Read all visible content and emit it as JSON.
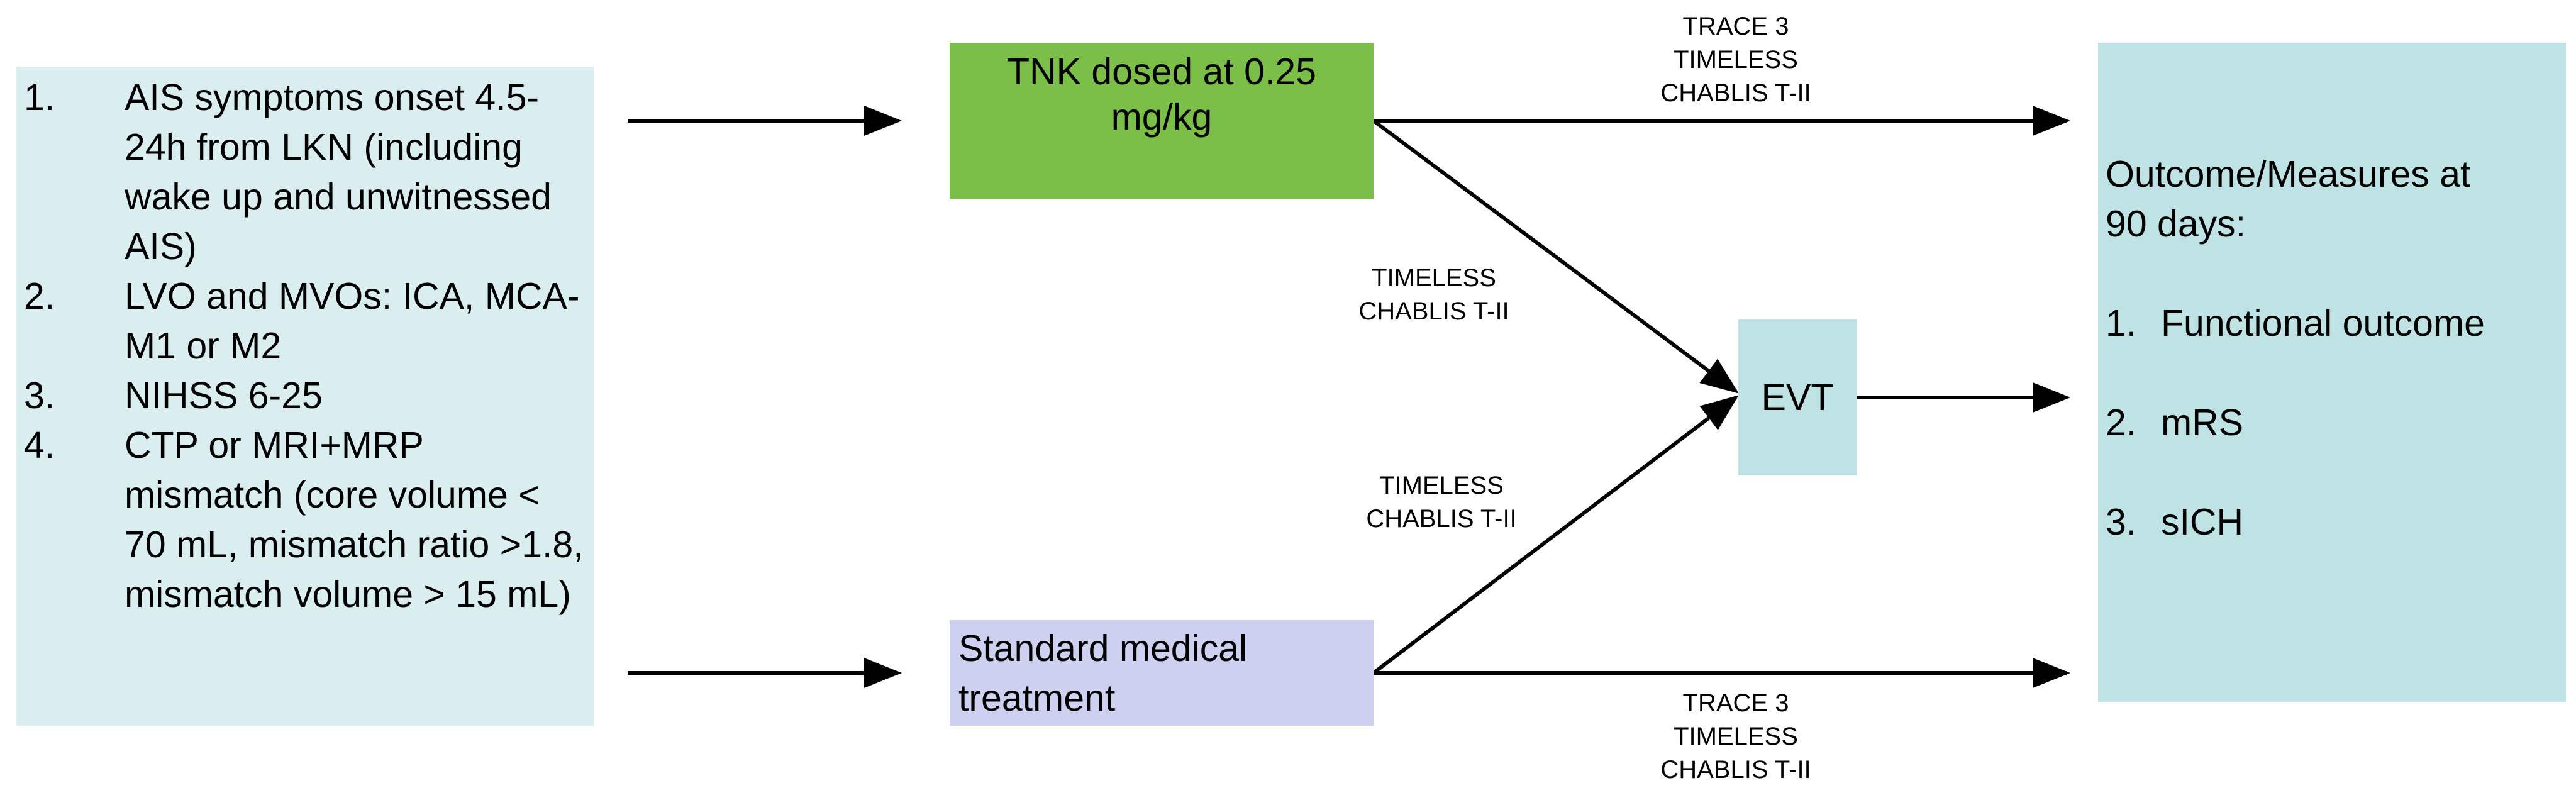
{
  "criteria": [
    {
      "num": "1.",
      "text": " AIS symptoms onset 4.5-24h from LKN (including wake up and unwitnessed AIS)"
    },
    {
      "num": "2.",
      "text": "LVO and MVOs: ICA, MCA-M1 or M2"
    },
    {
      "num": "3.",
      "text": "NIHSS 6-25"
    },
    {
      "num": "4.",
      "text": "CTP or MRI+MRP mismatch (core volume < 70 mL, mismatch ratio >1.8, mismatch volume > 15 mL)"
    }
  ],
  "tnk": {
    "line1": "TNK dosed at 0.25",
    "line2": "mg/kg"
  },
  "standard_treatment": {
    "line1": "Standard medical",
    "line2": "treatment"
  },
  "evt": {
    "label": "EVT"
  },
  "outcome": {
    "title_line1": "Outcome/Measures at",
    "title_line2": "90 days:",
    "items": [
      {
        "num": "1.",
        "text": "Functional outcome"
      },
      {
        "num": "2.",
        "text": "mRS"
      },
      {
        "num": "3.",
        "text": "sICH"
      }
    ]
  },
  "labels": {
    "top_right": [
      "TRACE 3",
      "TIMELESS",
      "CHABLIS T-II"
    ],
    "upper_diag": [
      "TIMELESS",
      "CHABLIS T-II"
    ],
    "lower_diag": [
      "TIMELESS",
      "CHABLIS T-II"
    ],
    "bottom_right": [
      "TRACE 3",
      "TIMELESS",
      "CHABLIS T-II"
    ]
  }
}
